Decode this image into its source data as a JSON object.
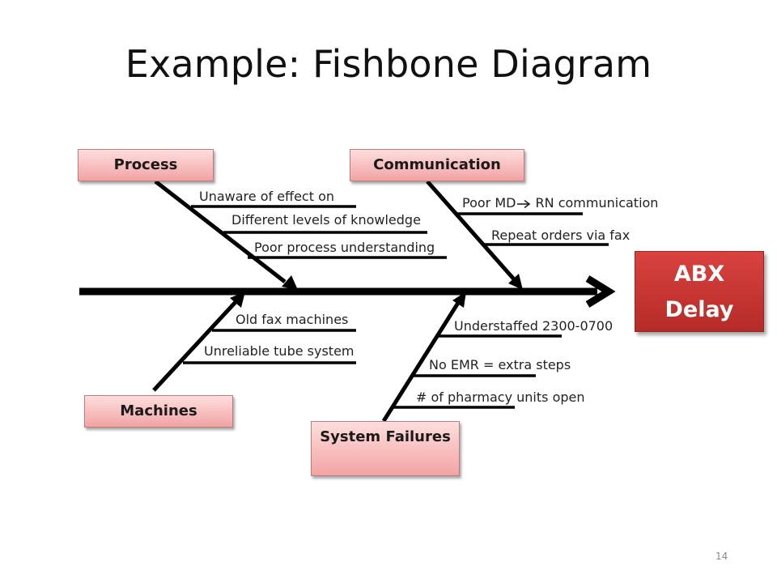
{
  "title": "Example: Fishbone Diagram",
  "effect": {
    "line1": "ABX",
    "line2": "Delay"
  },
  "categories": {
    "process": {
      "label": "Process",
      "causes": [
        "Unaware of effect on",
        "Different levels of knowledge",
        "Poor process understanding"
      ]
    },
    "communication": {
      "label": "Communication",
      "cause1_before_arrow": "Poor MD",
      "cause1_after_arrow": " RN communication",
      "cause2": "Repeat orders via fax"
    },
    "machines": {
      "label": "Machines",
      "causes": [
        "Old fax machines",
        "Unreliable tube system"
      ]
    },
    "system_failures": {
      "label": "System Failures",
      "causes": [
        "Understaffed 2300-0700",
        "No EMR = extra steps",
        "# of pharmacy units open"
      ]
    }
  },
  "page_number": "14",
  "colors": {
    "category_box_fill": "#f5b3b3",
    "effect_box_fill": "#c8332f",
    "spine": "#000000"
  }
}
